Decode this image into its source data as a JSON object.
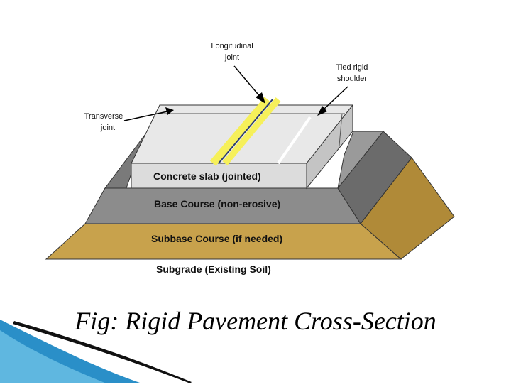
{
  "diagram": {
    "labels": {
      "longitudinal_joint": [
        "Longitudinal",
        "joint"
      ],
      "tied_rigid_shoulder": [
        "Tied rigid",
        "shoulder"
      ],
      "transverse_joint": [
        "Transverse",
        "joint"
      ],
      "concrete_slab": "Concrete slab (jointed)",
      "base_course": "Base Course (non-erosive)",
      "subbase_course": "Subbase Course (if needed)",
      "subgrade": "Subgrade (Existing Soil)"
    },
    "colors": {
      "slab_face": "#dcdcdc",
      "slab_top": "#e8e8e8",
      "base_layer": "#8c8c8c",
      "base_side": "#6b6b6b",
      "subbase_layer": "#c8a24c",
      "subbase_side": "#b08a38",
      "joint_highlight": "#f6f05a"
    }
  },
  "caption": "Fig: Rigid Pavement Cross-Section"
}
